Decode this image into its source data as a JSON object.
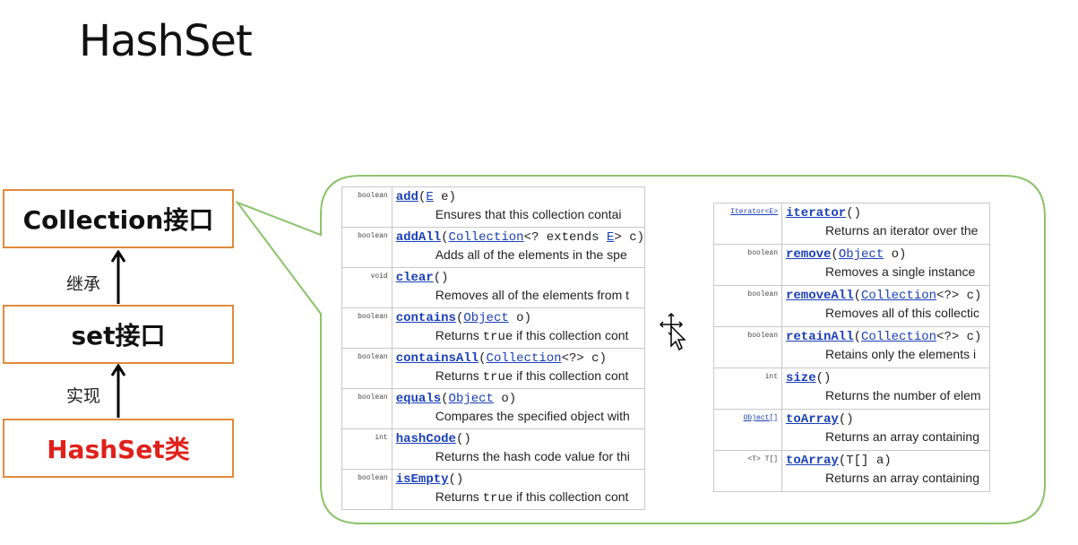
{
  "title": "HashSet",
  "hierarchy": {
    "boxes": [
      "Collection接口",
      "set接口",
      "HashSet类"
    ],
    "relations": [
      "继承",
      "实现"
    ]
  },
  "left_table": [
    {
      "type": "boolean",
      "sig": [
        "add",
        "(",
        "E",
        " e)"
      ],
      "desc": [
        "Ensures that this collection contai"
      ]
    },
    {
      "type": "boolean",
      "sig": [
        "addAll",
        "(",
        "Collection",
        "<? extends ",
        "E",
        "> c)"
      ],
      "desc": [
        "Adds all of the elements in the spe"
      ]
    },
    {
      "type": "void",
      "sig": [
        "clear",
        "()"
      ],
      "desc": [
        "Removes all of the elements from t"
      ]
    },
    {
      "type": "boolean",
      "sig": [
        "contains",
        "(",
        "Object",
        " o)"
      ],
      "desc": [
        "Returns ",
        "true",
        " if this collection cont"
      ]
    },
    {
      "type": "boolean",
      "sig": [
        "containsAll",
        "(",
        "Collection",
        "<?> c)"
      ],
      "desc": [
        "Returns ",
        "true",
        " if this collection cont"
      ]
    },
    {
      "type": "boolean",
      "sig": [
        "equals",
        "(",
        "Object",
        " o)"
      ],
      "desc": [
        "Compares the specified object with"
      ]
    },
    {
      "type": "int",
      "sig": [
        "hashCode",
        "()"
      ],
      "desc": [
        "Returns the hash code value for thi"
      ]
    },
    {
      "type": "boolean",
      "sig": [
        "isEmpty",
        "()"
      ],
      "desc": [
        "Returns ",
        "true",
        " if this collection cont"
      ]
    }
  ],
  "right_table": [
    {
      "type": "Iterator<E>",
      "sig": [
        "iterator",
        "()"
      ],
      "desc": [
        "Returns an iterator over the"
      ]
    },
    {
      "type": "boolean",
      "sig": [
        "remove",
        "(",
        "Object",
        " o)"
      ],
      "desc": [
        "Removes a single instance"
      ]
    },
    {
      "type": "boolean",
      "sig": [
        "removeAll",
        "(",
        "Collection",
        "<?> c)"
      ],
      "desc": [
        "Removes all of this collectic"
      ]
    },
    {
      "type": "boolean",
      "sig": [
        "retainAll",
        "(",
        "Collection",
        "<?> c)"
      ],
      "desc": [
        "Retains only the elements i"
      ]
    },
    {
      "type": "int",
      "sig": [
        "size",
        "()"
      ],
      "desc": [
        "Returns the number of elem"
      ]
    },
    {
      "type": "Object[]",
      "sig": [
        "toArray",
        "()"
      ],
      "desc": [
        "Returns an array containing"
      ]
    },
    {
      "type": "<T> T[]",
      "sig": [
        "toArray",
        "(T[] a)"
      ],
      "desc": [
        "Returns an array containing"
      ]
    }
  ],
  "colors": {
    "box_border": "#e08a3c",
    "bubble": "#8bc36a",
    "red_text": "#e0201a",
    "link": "#1a3fb8"
  },
  "icons": {
    "cursor": "move-cursor-icon"
  }
}
